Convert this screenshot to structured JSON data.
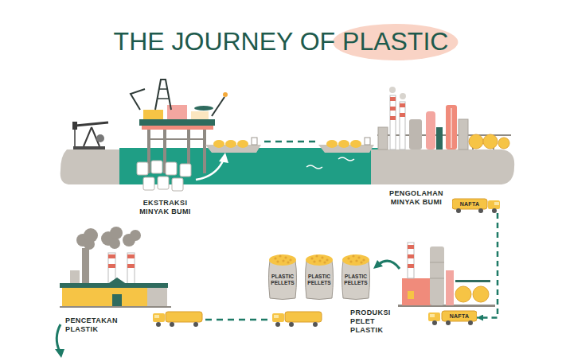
{
  "diagram": {
    "title": "THE JOURNEY OF PLASTIC",
    "nodes": [
      {
        "text": [
          "NAFTA"
        ]
      },
      {
        "text": [
          "PLASTIC PELLETS"
        ]
      },
      {
        "text": [
          "PLASTIC PELLETS"
        ]
      },
      {
        "text": [
          "PLASTIC PELLETS"
        ]
      },
      {
        "text": [
          "NAFTA"
        ]
      }
    ],
    "edges": [
      {
        "from": 0,
        "to": 4,
        "arrow": "to"
      }
    ],
    "labels": [
      "EKSTRAKSI MINYAK BUMI",
      "PENGOLAHAN MINYAK BUMI",
      "PRODUKSI PELET PLASTIK",
      "PENCETAKAN PLASTIK"
    ]
  }
}
